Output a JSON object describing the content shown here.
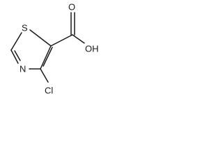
{
  "molecule": {
    "atoms": {
      "sulfur": "S",
      "nitrogen": "N",
      "chlorine": "Cl",
      "carbonyl_oxygen": "O",
      "hydroxyl": "OH"
    }
  }
}
